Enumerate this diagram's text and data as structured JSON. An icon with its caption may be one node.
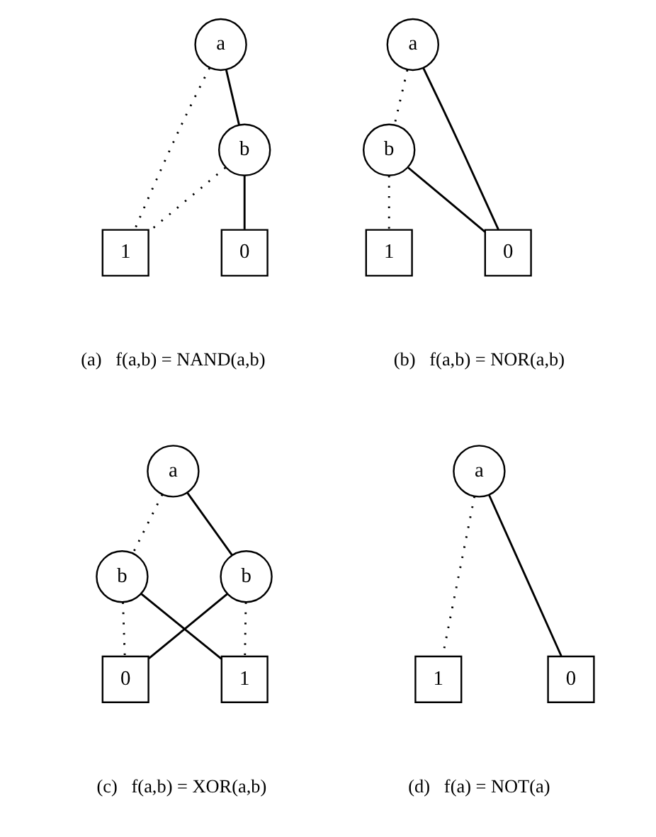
{
  "diagram": {
    "nodes": [
      {
        "text": [
          "a"
        ]
      },
      {
        "text": [
          "b"
        ]
      },
      {
        "text": [
          "1"
        ]
      },
      {
        "text": [
          "0"
        ]
      },
      {
        "text": [
          "a"
        ]
      },
      {
        "text": [
          "b"
        ]
      },
      {
        "text": [
          "1"
        ]
      },
      {
        "text": [
          "0"
        ]
      },
      {
        "text": [
          "a"
        ]
      },
      {
        "text": [
          "b"
        ]
      },
      {
        "text": [
          "b"
        ]
      },
      {
        "text": [
          "0"
        ]
      },
      {
        "text": [
          "1"
        ]
      },
      {
        "text": [
          "a"
        ]
      },
      {
        "text": [
          "1"
        ]
      },
      {
        "text": [
          "0"
        ]
      }
    ],
    "edges": [
      {
        "from": 0,
        "to": 2,
        "arrow": "none",
        "style": "dashed"
      },
      {
        "from": 0,
        "to": 1,
        "arrow": "none"
      },
      {
        "from": 1,
        "to": 2,
        "arrow": "none",
        "style": "dashed"
      },
      {
        "from": 1,
        "to": 3,
        "arrow": "none"
      },
      {
        "from": 4,
        "to": 5,
        "arrow": "none",
        "style": "dashed"
      },
      {
        "from": 4,
        "to": 7,
        "arrow": "none"
      },
      {
        "from": 5,
        "to": 6,
        "arrow": "none",
        "style": "dashed"
      },
      {
        "from": 5,
        "to": 7,
        "arrow": "none"
      },
      {
        "from": 8,
        "to": 9,
        "arrow": "none",
        "style": "dashed"
      },
      {
        "from": 8,
        "to": 10,
        "arrow": "none"
      },
      {
        "from": 9,
        "to": 11,
        "arrow": "none",
        "style": "dashed"
      },
      {
        "from": 9,
        "to": 12,
        "arrow": "none"
      },
      {
        "from": 10,
        "to": 11,
        "arrow": "none"
      },
      {
        "from": 10,
        "to": 12,
        "arrow": "none",
        "style": "dashed"
      },
      {
        "from": 13,
        "to": 14,
        "arrow": "none",
        "style": "dashed"
      },
      {
        "from": 13,
        "to": 15,
        "arrow": "none"
      }
    ],
    "labels": [
      "(a)   f(a,b) = NAND(a,b)",
      "(b)   f(a,b) = NOR(a,b)",
      "(c)   f(a,b) = XOR(a,b)",
      "(d)   f(a) = NOT(a)"
    ]
  }
}
